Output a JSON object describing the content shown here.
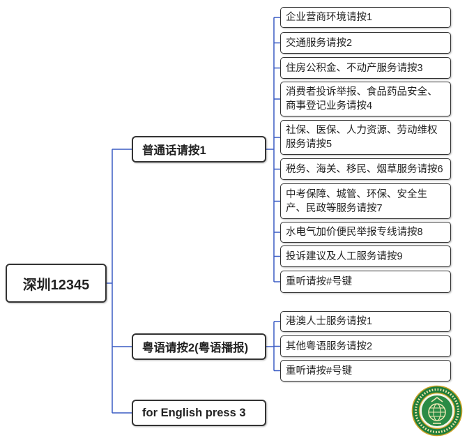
{
  "root": {
    "label": "深圳12345"
  },
  "branches": [
    {
      "label": "普通话请按1",
      "items": [
        {
          "lines": [
            "企业营商环境请按1"
          ]
        },
        {
          "lines": [
            "交通服务请按2"
          ]
        },
        {
          "lines": [
            "住房公积金、不动产服务请按3"
          ]
        },
        {
          "lines": [
            "消费者投诉举报、食品药品安全、",
            "商事登记业务请按4"
          ]
        },
        {
          "lines": [
            "社保、医保、人力资源、劳动维权",
            "服务请按5"
          ]
        },
        {
          "lines": [
            "税务、海关、移民、烟草服务请按6"
          ]
        },
        {
          "lines": [
            "中考保障、城管、环保、安全生",
            "产、民政等服务请按7"
          ]
        },
        {
          "lines": [
            "水电气加价便民举报专线请按8"
          ]
        },
        {
          "lines": [
            "投诉建议及人工服务请按9"
          ]
        },
        {
          "lines": [
            "重听请按#号键"
          ]
        }
      ]
    },
    {
      "label": "粤语请按2(粤语播报)",
      "items": [
        {
          "lines": [
            "港澳人士服务请按1"
          ]
        },
        {
          "lines": [
            "其他粤语服务请按2"
          ]
        },
        {
          "lines": [
            "重听请按#号键"
          ]
        }
      ]
    },
    {
      "label": "for English press 3",
      "items": []
    }
  ],
  "colors": {
    "connector": "#3a5cc4",
    "node_border": "#333333",
    "logo_green": "#1e7d3a",
    "logo_gold": "#c9a227"
  },
  "logo": {
    "icon": "government-seal-logo"
  }
}
